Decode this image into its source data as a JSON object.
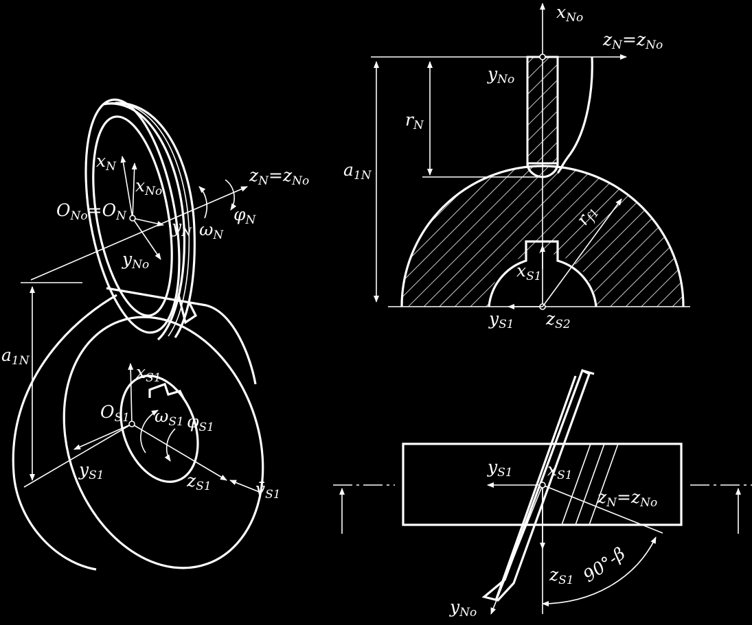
{
  "colors": {
    "background": "#000000",
    "stroke": "#ffffff"
  },
  "iso": {
    "xN": [
      "x",
      "N"
    ],
    "xNo": [
      "x",
      "No"
    ],
    "zN_eq": [
      "z",
      "N",
      "=z",
      "No"
    ],
    "ONo_eq": [
      "O",
      "No",
      "=O",
      "N"
    ],
    "yN": [
      "y",
      "N"
    ],
    "omegaN": [
      "ω",
      "N"
    ],
    "phiN": [
      "φ",
      "N"
    ],
    "yNo": [
      "y",
      "No"
    ],
    "a1N": [
      "a",
      "1N"
    ],
    "xS1": [
      "x",
      "S1"
    ],
    "OS1": [
      "O",
      "S1"
    ],
    "omegaS1": [
      "ω",
      "S1"
    ],
    "phiS1": [
      "φ",
      "S1"
    ],
    "yS1": [
      "y",
      "S1"
    ],
    "zS1": [
      "z",
      "S1"
    ],
    "vS1": [
      "v̄",
      "S1"
    ]
  },
  "front": {
    "xNo": [
      "x",
      "No"
    ],
    "zN_eq": [
      "z",
      "N",
      "=z",
      "No"
    ],
    "yNo": [
      "y",
      "No"
    ],
    "rN": [
      "r",
      "N"
    ],
    "a1N": [
      "a",
      "1N"
    ],
    "rf1": [
      "r",
      "f1"
    ],
    "xS1": [
      "x",
      "S1"
    ],
    "yS1": [
      "y",
      "S1"
    ],
    "zS2": [
      "z",
      "S2"
    ]
  },
  "top": {
    "yS1": [
      "y",
      "S1"
    ],
    "xS1": [
      "x",
      "S1"
    ],
    "zN_eq": [
      "z",
      "N",
      "=z",
      "No"
    ],
    "zS1": [
      "z",
      "S1"
    ],
    "angle": "90°-β",
    "yNo": [
      "y",
      "No"
    ]
  }
}
